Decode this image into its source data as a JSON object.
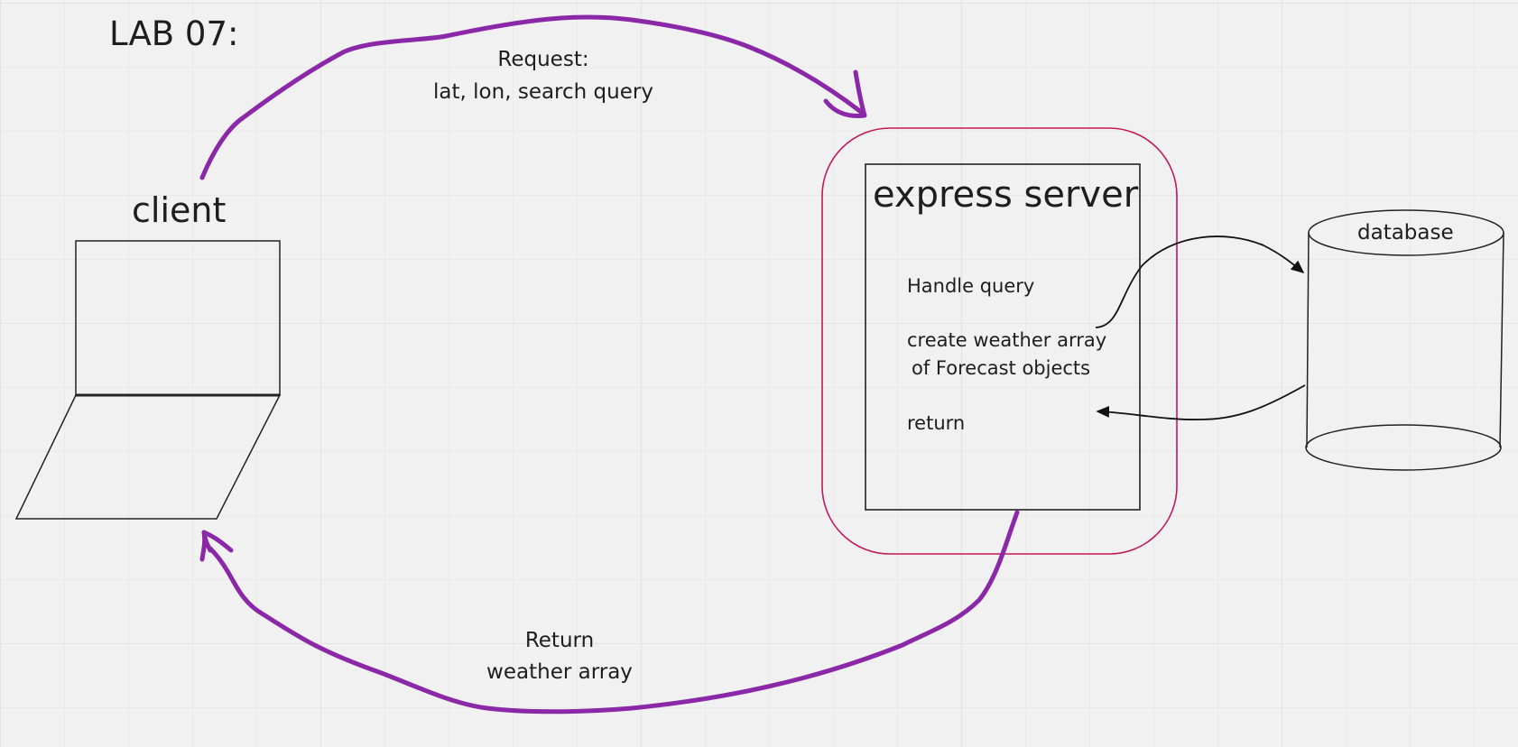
{
  "diagram": {
    "title": "LAB 07:",
    "request_label": [
      "Request:",
      "lat, lon, search query"
    ],
    "client_label": "client",
    "server": {
      "title": "express server",
      "steps": [
        "Handle query",
        "create weather array",
        " of Forecast objects",
        "return"
      ]
    },
    "database_label": "database",
    "return_label": [
      "Return",
      "weather array"
    ]
  },
  "colors": {
    "arrow_purple": "#8a28a8",
    "server_container": "#c2185b",
    "outline": "#222222"
  }
}
